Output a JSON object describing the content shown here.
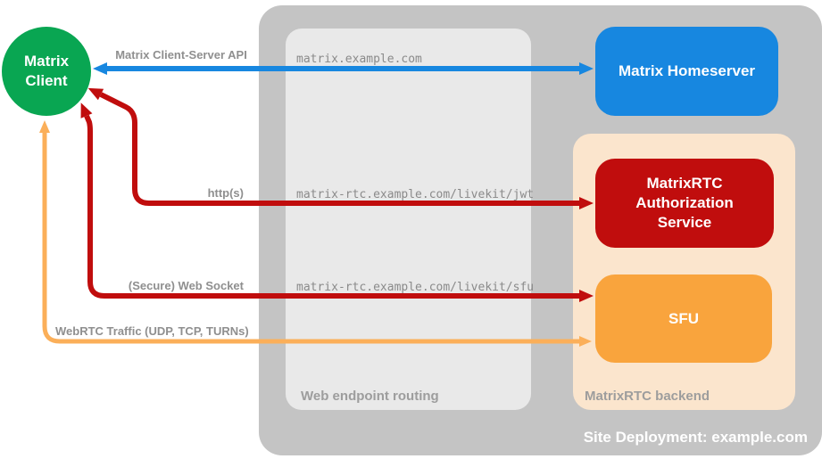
{
  "colors": {
    "client_green": "#09a652",
    "homeserver_blue": "#1787e0",
    "service_red": "#c00d0d",
    "sfu_orange": "#f9a43d",
    "webrtc_orange": "#fbaf59",
    "site_gray": "#c4c4c4",
    "routing_gray": "#e9e9e9",
    "backend_peach": "#fbe5cd",
    "label_gray": "#8f8f8f"
  },
  "groups": {
    "site": {
      "label": "Site Deployment: example.com"
    },
    "routing": {
      "label": "Web endpoint routing"
    },
    "backend": {
      "label": "MatrixRTC backend"
    }
  },
  "nodes": {
    "client": {
      "label": "Matrix Client"
    },
    "homeserver": {
      "label": "Matrix Homeserver"
    },
    "auth": {
      "label": "MatrixRTC Authorization Service"
    },
    "sfu": {
      "label": "SFU"
    }
  },
  "connections": {
    "cs_api": {
      "label": "Matrix Client-Server API",
      "endpoint": "matrix.example.com"
    },
    "jwt": {
      "label": "http(s)",
      "endpoint": "matrix-rtc.example.com/livekit/jwt"
    },
    "ws": {
      "label": "(Secure) Web Socket",
      "endpoint": "matrix-rtc.example.com/livekit/sfu"
    },
    "webrtc": {
      "label": "WebRTC Traffic (UDP, TCP, TURNs)"
    }
  }
}
